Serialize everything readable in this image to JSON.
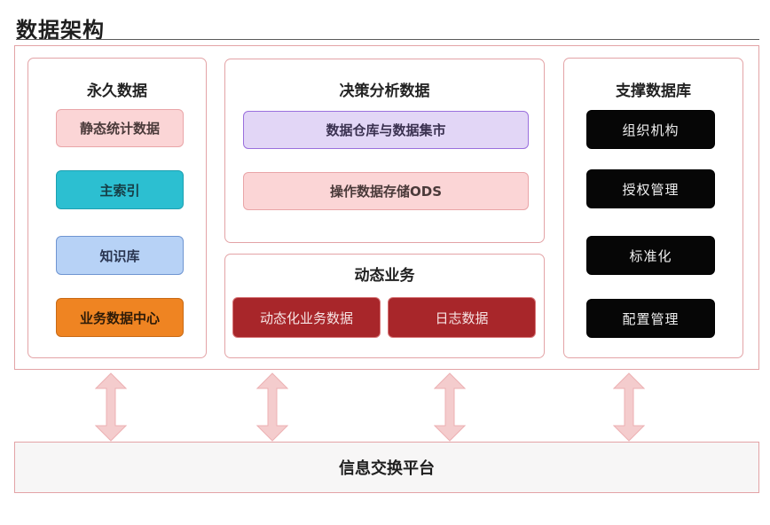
{
  "title": "数据架构",
  "panels": {
    "permanent": {
      "title": "永久数据",
      "items": [
        "静态统计数据",
        "主索引",
        "知识库",
        "业务数据中心"
      ]
    },
    "decision": {
      "title": "决策分析数据",
      "items": [
        "数据仓库与数据集市",
        "操作数据存储ODS"
      ]
    },
    "dynamic": {
      "title": "动态业务",
      "items": [
        "动态化业务数据",
        "日志数据"
      ]
    },
    "support": {
      "title": "支撑数据库",
      "items": [
        "组织机构",
        "授权管理",
        "标准化",
        "配置管理"
      ]
    }
  },
  "platform": {
    "label": "信息交换平台"
  },
  "colors": {
    "border": "#e3a3a6",
    "arrow": "#f4cccd",
    "pink": "#fbd5d6",
    "teal": "#2cbfd1",
    "blue": "#b7d2f6",
    "orange": "#ef8422",
    "lavender": "#e2d6f6",
    "dark_red": "#a8262a",
    "black": "#060606"
  }
}
